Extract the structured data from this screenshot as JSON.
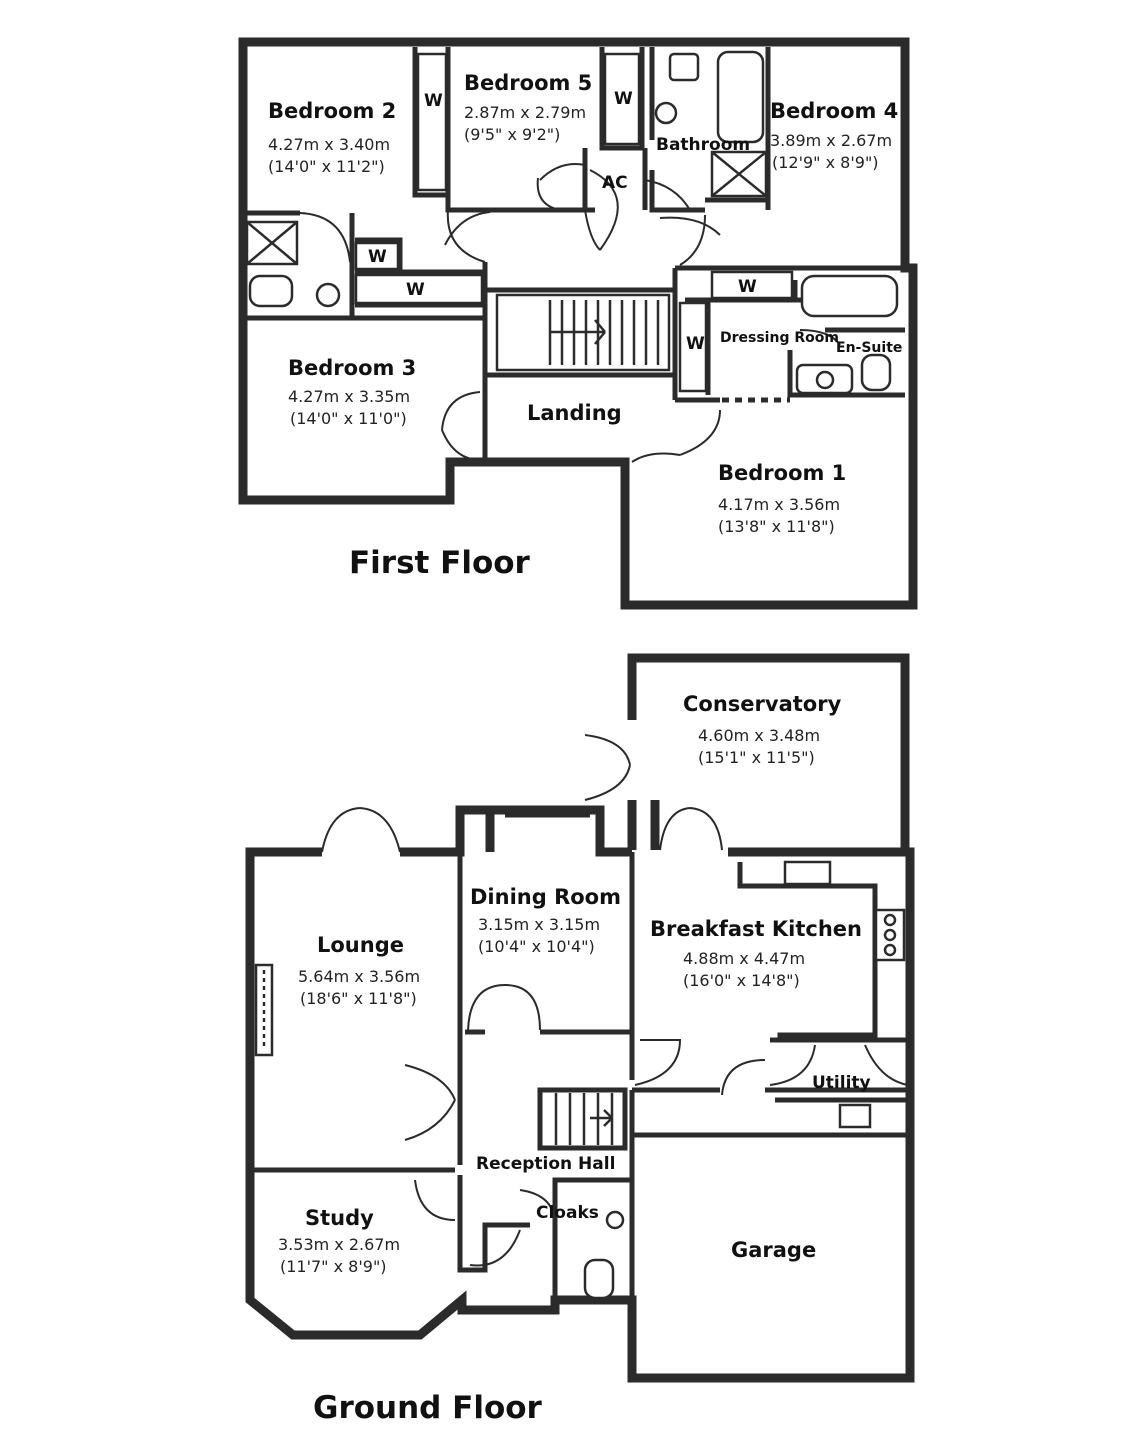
{
  "first_floor": {
    "title": "First Floor",
    "rooms": {
      "bedroom2": {
        "name": "Bedroom 2",
        "metric": "4.27m x 3.40m",
        "imperial": "(14'0\" x 11'2\")"
      },
      "bedroom5": {
        "name": "Bedroom 5",
        "metric": "2.87m x 2.79m",
        "imperial": "(9'5\" x 9'2\")"
      },
      "bedroom4": {
        "name": "Bedroom 4",
        "metric": "3.89m x 2.67m",
        "imperial": "(12'9\" x 8'9\")"
      },
      "bathroom": {
        "name": "Bathroom"
      },
      "ac": {
        "name": "AC"
      },
      "bedroom3": {
        "name": "Bedroom 3",
        "metric": "4.27m x 3.35m",
        "imperial": "(14'0\" x 11'0\")"
      },
      "landing": {
        "name": "Landing"
      },
      "dressing_room": {
        "name": "Dressing Room"
      },
      "en_suite": {
        "name": "En-Suite"
      },
      "bedroom1": {
        "name": "Bedroom 1",
        "metric": "4.17m x 3.56m",
        "imperial": "(13'8\" x 11'8\")"
      }
    },
    "wardrobe_label": "W"
  },
  "ground_floor": {
    "title": "Ground Floor",
    "rooms": {
      "conservatory": {
        "name": "Conservatory",
        "metric": "4.60m x 3.48m",
        "imperial": "(15'1\" x 11'5\")"
      },
      "dining_room": {
        "name": "Dining Room",
        "metric": "3.15m x 3.15m",
        "imperial": "(10'4\" x 10'4\")"
      },
      "breakfast_kitchen": {
        "name": "Breakfast Kitchen",
        "metric": "4.88m x 4.47m",
        "imperial": "(16'0\" x 14'8\")"
      },
      "lounge": {
        "name": "Lounge",
        "metric": "5.64m x 3.56m",
        "imperial": "(18'6\" x 11'8\")"
      },
      "utility": {
        "name": "Utility"
      },
      "reception_hall": {
        "name": "Reception Hall"
      },
      "cloaks": {
        "name": "Cloaks"
      },
      "study": {
        "name": "Study",
        "metric": "3.53m x 2.67m",
        "imperial": "(11'7\" x 8'9\")"
      },
      "garage": {
        "name": "Garage"
      }
    }
  }
}
